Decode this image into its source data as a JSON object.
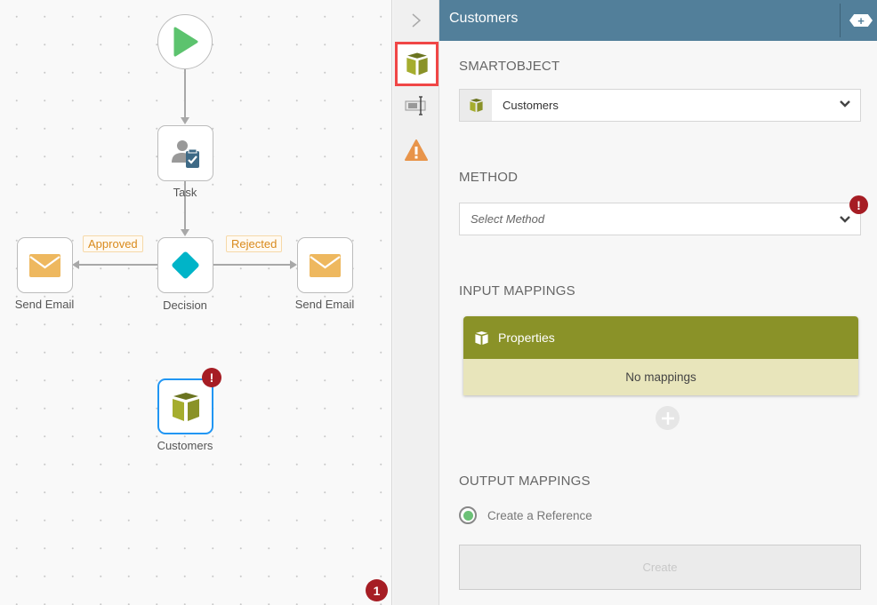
{
  "canvas": {
    "nodes": {
      "task": "Task",
      "decision": "Decision",
      "send_email_left": "Send Email",
      "send_email_right": "Send Email",
      "customers": "Customers"
    },
    "edges": {
      "approved": "Approved",
      "rejected": "Rejected"
    },
    "error_count": "1",
    "node_error_badge": "!"
  },
  "panel": {
    "title": "Customers",
    "smartobject": {
      "label": "SMARTOBJECT",
      "value": "Customers"
    },
    "method": {
      "label": "METHOD",
      "placeholder": "Select Method",
      "error_badge": "!"
    },
    "input_mappings": {
      "label": "INPUT MAPPINGS",
      "card_title": "Properties",
      "empty_text": "No mappings"
    },
    "output_mappings": {
      "label": "OUTPUT MAPPINGS",
      "option": "Create a Reference",
      "button": "Create"
    }
  },
  "colors": {
    "header": "#527f9a",
    "smartobject": "#8a9228",
    "error": "#a61d24",
    "accent": "#2196f3"
  }
}
